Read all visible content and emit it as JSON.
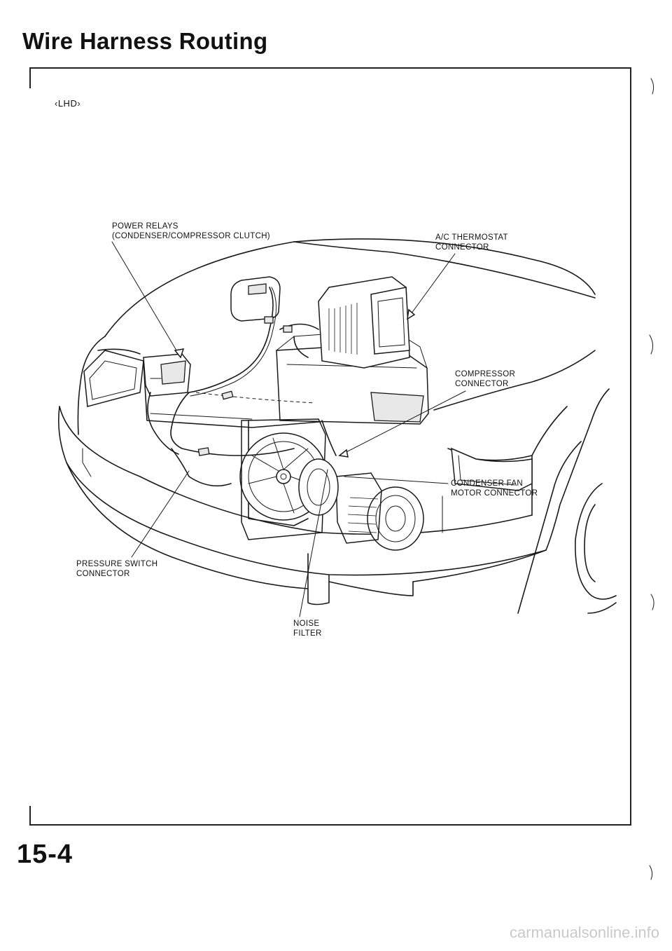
{
  "page": {
    "title": "Wire Harness Routing",
    "variant": "‹LHD›",
    "page_number": "15-4",
    "watermark": "carmanualsonline.info"
  },
  "callouts": {
    "power_relays": "POWER RELAYS\n(CONDENSER/COMPRESSOR CLUTCH)",
    "ac_thermostat": "A/C THERMOSTAT\nCONNECTOR",
    "compressor_connector": "COMPRESSOR\nCONNECTOR",
    "condenser_fan": "CONDENSER FAN\nMOTOR CONNECTOR",
    "pressure_switch": "PRESSURE SWITCH\nCONNECTOR",
    "noise_filter": "NOISE\nFILTER"
  }
}
